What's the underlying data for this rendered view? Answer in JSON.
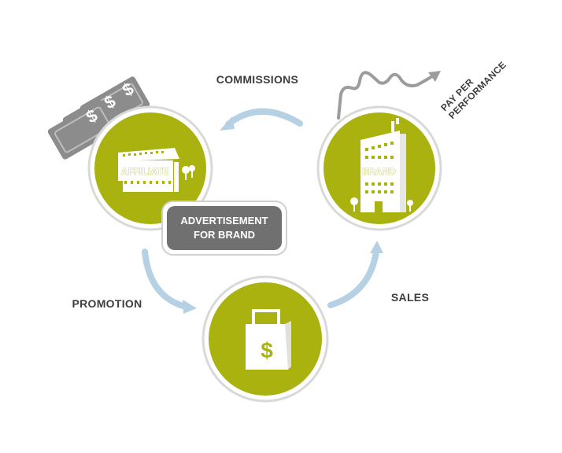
{
  "labels": {
    "commissions": "COMMISSIONS",
    "pay_per_line1": "PAY PER",
    "pay_per_line2": "PERFORMANCE",
    "promotion": "PROMOTION",
    "sales": "SALES"
  },
  "nodes": {
    "affiliate": "AFFILIATE",
    "brand": "BRAND",
    "advertisement_line1": "ADVERTISEMENT",
    "advertisement_line2": "FOR BRAND"
  },
  "glyphs": {
    "dollar": "$"
  },
  "icons": {
    "affiliate": "affiliate-building-icon",
    "brand": "brand-tower-icon",
    "sales": "shopping-bag-icon",
    "money": "dollar-bills-icon",
    "performance": "performance-line-icon"
  },
  "colors": {
    "circle_fill": "#a9b20f",
    "circle_ring": "#d9d9d9",
    "arrow": "#b6d0e4",
    "badge": "#707070",
    "money": "#8c8c8c",
    "text": "#3d3d3d"
  }
}
